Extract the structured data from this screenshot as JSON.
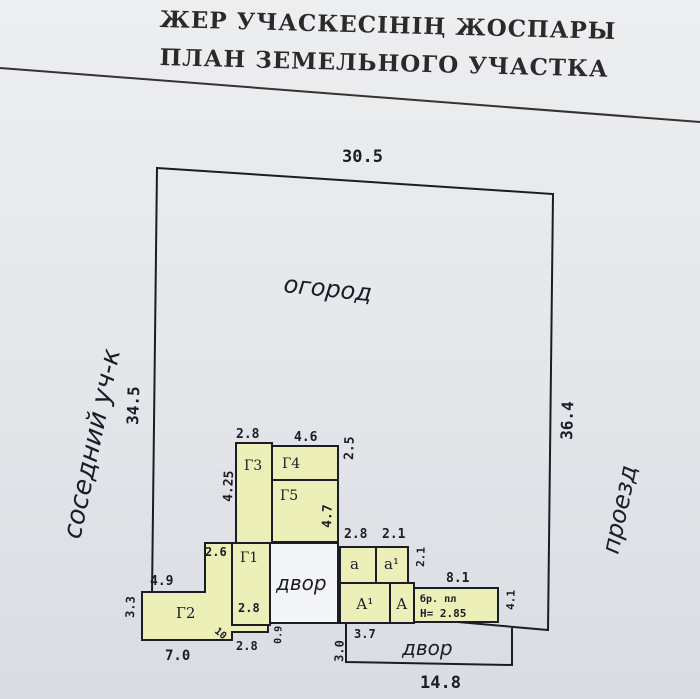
{
  "header": {
    "title_kz": "ЖЕР УЧАСКЕСІНІҢ ЖОСПАРЫ",
    "title_ru": "ПЛАН ЗЕМЕЛЬНОГО УЧАСТКА"
  },
  "plan": {
    "garden_label": "огород",
    "neighbor_label": "соседний уч-к",
    "driveway_label": "проезд",
    "yard_label_inner": "двор",
    "yard_label_outer": "двор",
    "dimensions": {
      "top_width": "30.5",
      "left_height": "34.5",
      "right_height": "36.4",
      "bottom_width": "14.8",
      "g3_width": "2.8",
      "g4_width": "4.6",
      "g4_right": "2.5",
      "g_left_height": "4.25",
      "g5_right": "4.7",
      "a_width": "2.8",
      "a1_width": "2.1",
      "a_right_small": "2.1",
      "annex_width": "8.1",
      "annex_right": "4.1",
      "g1_width": "2.6",
      "g1_bottom": "2.8",
      "g2_width": "4.9",
      "g2_left": "3.3",
      "g2_bottom": "7.0",
      "g1_bottom2": "2.8",
      "g_diag": "10",
      "step_small": "0.9",
      "yard_left": "3.0",
      "yard_width": "3.7"
    },
    "rooms": {
      "g1": "Г1",
      "g2": "Г2",
      "g3": "Г3",
      "g4": "Г4",
      "g5": "Г5",
      "a": "а",
      "a1": "а¹",
      "A1": "А¹",
      "A": "А",
      "annex_text": "бр. пл",
      "annex_height": "Н= 2.85"
    }
  },
  "colors": {
    "fill": "#ecefb8",
    "ink": "#1c1c28",
    "paper": "#e8eaee"
  }
}
